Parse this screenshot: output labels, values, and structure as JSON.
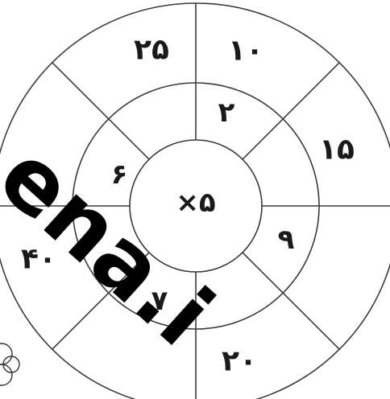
{
  "wheel": {
    "center_label": "×۵",
    "inner_numbers": [
      "۲",
      "۹",
      "۷",
      "۶"
    ],
    "outer_numbers": [
      "۲۵",
      "۱۰",
      "۱۵",
      "۴۰",
      "۲۰"
    ]
  },
  "watermark": {
    "text": "ena.i"
  }
}
